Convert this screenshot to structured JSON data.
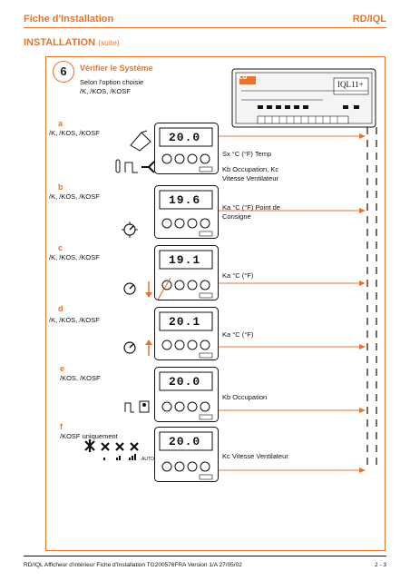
{
  "header": {
    "left": "Fiche d'Installation",
    "right": "RD/IQL"
  },
  "section": {
    "title": "INSTALLATION",
    "subtitle": "(suite)"
  },
  "step": {
    "number": "6",
    "title": "Vérifier le Système",
    "line1": "Selon l'option choisie",
    "line2": "/K, /KOS, /KOSF"
  },
  "device": {
    "brand": "TCD",
    "model": "IQL11+"
  },
  "rows": [
    {
      "letter": "a",
      "opts": "/K, /KOS, /KOSF",
      "display": "20.0",
      "labels": [
        "Sx °C (°F) Temp",
        "Kb Occupation, Kc",
        "Vitesse Ventilateur"
      ]
    },
    {
      "letter": "b",
      "opts": "/K, /KOS, /KOSF",
      "display": "19.6",
      "labels": [
        "Ka °C (°F) Point de",
        "Consigne"
      ]
    },
    {
      "letter": "c",
      "opts": "/K, /KOS, /KOSF",
      "display": "19.1",
      "labels": [
        "Ka °C (°F)"
      ]
    },
    {
      "letter": "d",
      "opts": "/K, /KOS, /KOSF",
      "display": "20.1",
      "labels": [
        "Ka °C (°F)"
      ]
    },
    {
      "letter": "e",
      "opts": "/KOS, /KOSF",
      "display": "20.0",
      "labels": [
        "Kb Occupation"
      ]
    },
    {
      "letter": "f",
      "opts": "/KOSF uniquement",
      "display": "20.0",
      "labels": [
        "Kc Vitesse Ventilateur"
      ],
      "fan_auto": "AUTO"
    }
  ],
  "footer": {
    "left": "RD/IQL Afficheur d'intérieur Fiche d'Installation TG200576FRA Version 1/A 27/05/02",
    "right": "2 - 3"
  },
  "colors": {
    "accent": "#e8742a",
    "line": "#111111"
  }
}
